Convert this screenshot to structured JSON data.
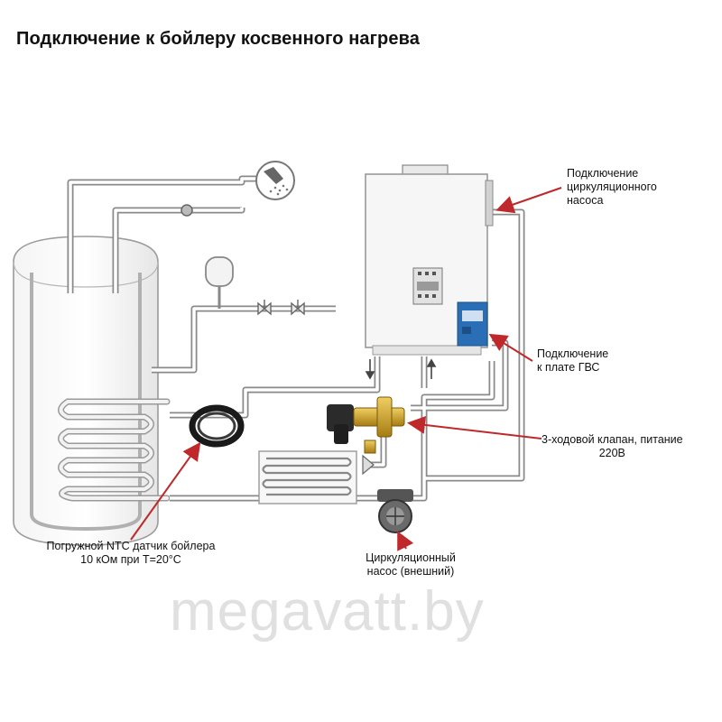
{
  "title": "Подключение к бойлеру косвенного нагрева",
  "labels": {
    "pump_connection": [
      "Подключение",
      "циркуляционного",
      "насоса"
    ],
    "dhw_board": [
      "Подключение",
      "к плате ГВС"
    ],
    "three_way_valve": [
      "3-ходовой клапан, питание",
      "220В"
    ],
    "ntc_sensor": [
      "Погружной NTC датчик бойлера",
      "10 кОм при Т=20°С"
    ],
    "external_pump": [
      "Циркуляционный",
      "насос (внешний)"
    ]
  },
  "watermark": "megavatt.by",
  "colors": {
    "pipe": "#c8c8c8",
    "pipe_outline": "#8a8a8a",
    "arrow_red": "#c0292b",
    "board_blue": "#2a6fb5",
    "valve_brass": "#c9a227",
    "watermark": "#e0e0e0"
  },
  "icons": [
    "shower-icon",
    "expansion-tank-icon",
    "ball-valve-icon",
    "check-valve-icon",
    "display-panel-icon"
  ]
}
